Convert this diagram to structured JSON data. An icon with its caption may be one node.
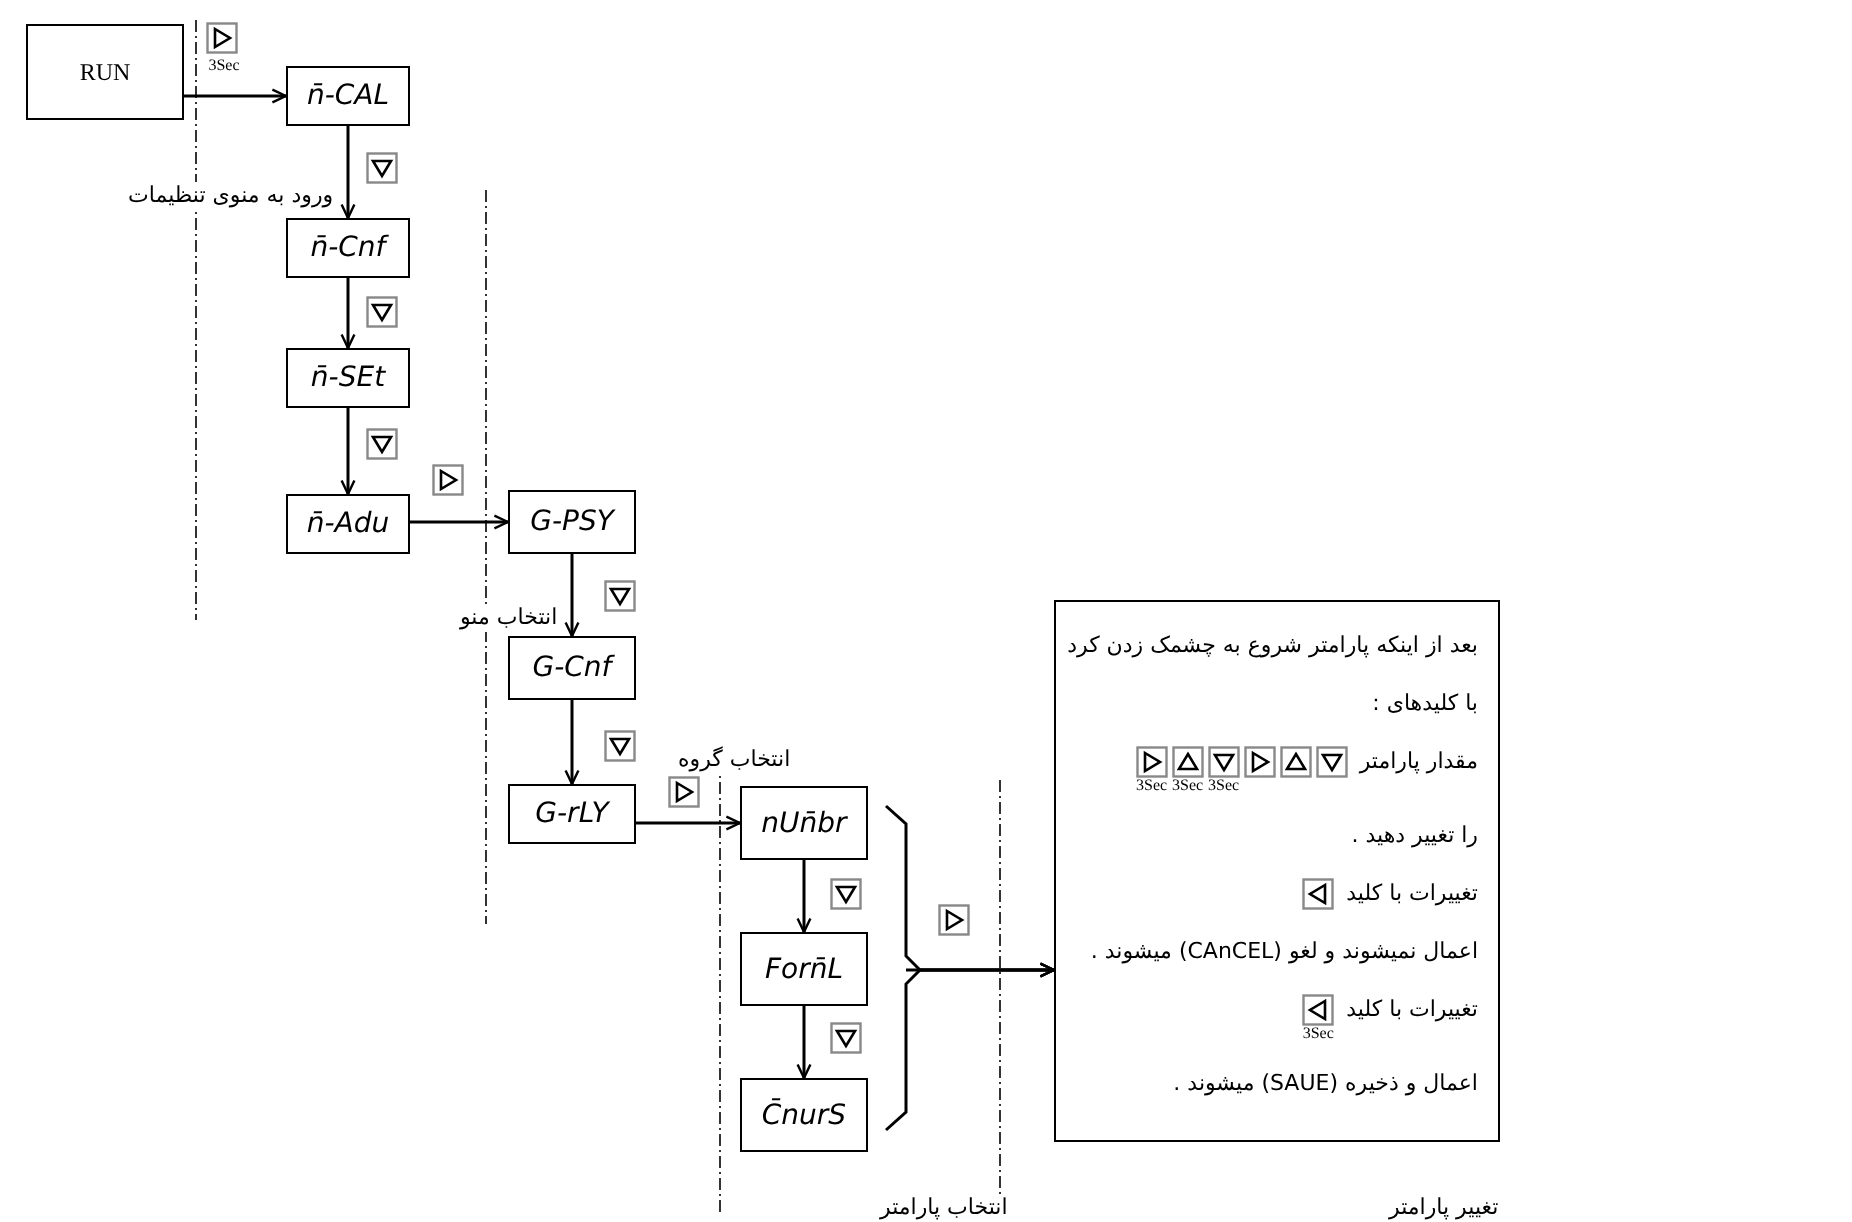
{
  "diagram": {
    "nodes": [
      {
        "text": [
          "RUN"
        ]
      },
      {
        "text": [
          "n̄-CAL"
        ]
      },
      {
        "text": [
          "n̄-Cnf"
        ]
      },
      {
        "text": [
          "n̄-SEt"
        ]
      },
      {
        "text": [
          "n̄-Adu"
        ]
      },
      {
        "text": [
          "G-PSY"
        ]
      },
      {
        "text": [
          "G-Cnf"
        ]
      },
      {
        "text": [
          "G-rLY"
        ]
      },
      {
        "text": [
          "nUn̄br"
        ]
      },
      {
        "text": [
          "Forn̄L"
        ]
      },
      {
        "text": [
          "C̄nurS"
        ]
      },
      {
        "text": [
          "بعد از اینکه پارامتر شروع به چشمک زدن کرد",
          "با کلیدهای :",
          "مقدار پارامتر",
          "را تغییر دهید .",
          "تغییرات با کلید",
          "اعمال نمیشوند و لغو (CAnCEL) میشوند .",
          "تغییرات با کلید",
          "اعمال و ذخیره (SAUE) میشوند ."
        ]
      }
    ],
    "edges": [
      {
        "from": 0,
        "to": 1,
        "arrow": "to"
      },
      {
        "from": 1,
        "to": 2,
        "arrow": "to"
      },
      {
        "from": 2,
        "to": 3,
        "arrow": "to"
      },
      {
        "from": 3,
        "to": 4,
        "arrow": "to"
      },
      {
        "from": 4,
        "to": 5,
        "arrow": "to"
      },
      {
        "from": 5,
        "to": 6,
        "arrow": "to"
      },
      {
        "from": 6,
        "to": 7,
        "arrow": "to"
      },
      {
        "from": 7,
        "to": 8,
        "arrow": "to"
      },
      {
        "from": 8,
        "to": 9,
        "arrow": "to"
      },
      {
        "from": 9,
        "to": 10,
        "arrow": "to"
      },
      {
        "from": 8,
        "to": 11,
        "arrow": "to"
      },
      {
        "from": 9,
        "to": 11,
        "arrow": "to"
      },
      {
        "from": 10,
        "to": 11,
        "arrow": "to"
      }
    ],
    "labels": [
      "3Sec",
      "ورود به منوی تنظیمات",
      "انتخاب منو",
      "انتخاب گروه",
      "3Sec",
      "3Sec",
      "3Sec",
      "3Sec",
      "انتخاب پارامتر",
      "تغییر پارامتر"
    ]
  }
}
